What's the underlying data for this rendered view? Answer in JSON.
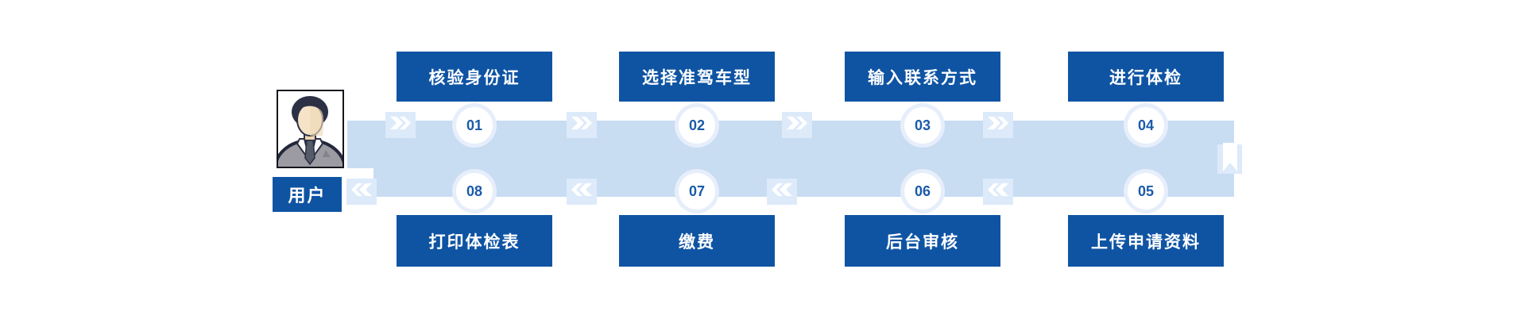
{
  "diagram": {
    "user": {
      "label": "用户"
    },
    "steps_top": [
      {
        "number": "01",
        "label": "核验身份证"
      },
      {
        "number": "02",
        "label": "选择准驾车型"
      },
      {
        "number": "03",
        "label": "输入联系方式"
      },
      {
        "number": "04",
        "label": "进行体检"
      }
    ],
    "steps_bottom": [
      {
        "number": "08",
        "label": "打印体检表"
      },
      {
        "number": "07",
        "label": "缴费"
      },
      {
        "number": "06",
        "label": "后台审核"
      },
      {
        "number": "05",
        "label": "上传申请资料"
      }
    ],
    "icons": {
      "avatar": "person-avatar-icon",
      "forward": "right-arrow-icon",
      "backward": "left-arrow-icon",
      "turn": "uturn-down-arrow-icon"
    },
    "colors": {
      "box_blue": "#0f54a3",
      "band_blue": "#c8dcf2",
      "tile_blue": "#ddeafa",
      "number_blue": "#1b5ba9"
    }
  }
}
